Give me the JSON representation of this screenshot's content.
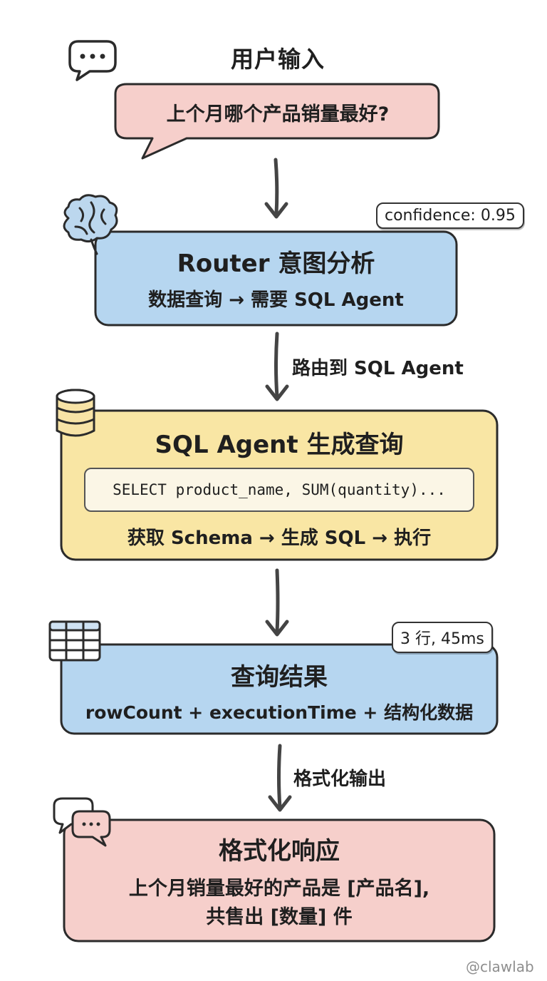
{
  "colors": {
    "input_fill": "#f6cfcb",
    "router_fill": "#b6d6f0",
    "sql_fill": "#f9e6a4",
    "result_fill": "#b6d6f0",
    "response_fill": "#f6cfcb",
    "stroke": "#2b2b2b"
  },
  "user_input": {
    "title": "用户输入",
    "message": "上个月哪个产品销量最好?"
  },
  "router": {
    "title": "Router 意图分析",
    "subtitle": "数据查询 → 需要 SQL Agent",
    "badge": "confidence: 0.95"
  },
  "edge_route": "路由到 SQL Agent",
  "sql_agent": {
    "title": "SQL Agent 生成查询",
    "code": "SELECT product_name, SUM(quantity)...",
    "steps": "获取 Schema → 生成 SQL → 执行"
  },
  "result": {
    "title": "查询结果",
    "subtitle": "rowCount + executionTime + 结构化数据",
    "badge": "3 行, 45ms"
  },
  "edge_format": "格式化输出",
  "response": {
    "title": "格式化响应",
    "line1": "上个月销量最好的产品是 [产品名],",
    "line2": "共售出 [数量] 件"
  },
  "watermark": "@clawlab",
  "icons": [
    "chat-bubble-icon",
    "brain-icon",
    "database-icon",
    "table-icon",
    "chat-bubbles-icon",
    "arrow-down-icon"
  ]
}
